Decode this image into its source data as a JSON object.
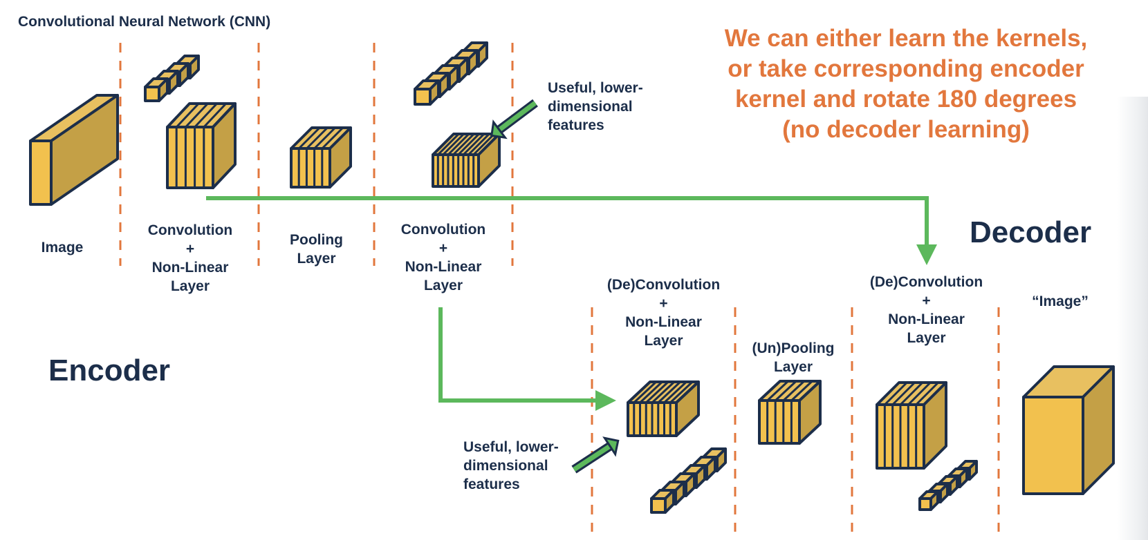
{
  "title": "Convolutional Neural Network (CNN)",
  "note_lines": [
    "We can either learn the kernels,",
    "or take corresponding encoder",
    "kernel and rotate 180 degrees",
    "(no decoder learning)"
  ],
  "encoder_label": "Encoder",
  "decoder_label": "Decoder",
  "encoder_stages": [
    {
      "lines": [
        "Image"
      ]
    },
    {
      "lines": [
        "Convolution",
        "+",
        "Non-Linear",
        "Layer"
      ]
    },
    {
      "lines": [
        "Pooling",
        "Layer"
      ]
    },
    {
      "lines": [
        "Convolution",
        "+",
        "Non-Linear",
        "Layer"
      ]
    }
  ],
  "decoder_stages": [
    {
      "lines": [
        "(De)Convolution",
        "+",
        "Non-Linear",
        "Layer"
      ]
    },
    {
      "lines": [
        "(Un)Pooling",
        "Layer"
      ]
    },
    {
      "lines": [
        "(De)Convolution",
        "+",
        "Non-Linear",
        "Layer"
      ]
    },
    {
      "lines": [
        "“Image”"
      ]
    }
  ],
  "features_label_top": [
    "Useful, lower-",
    "dimensional",
    "features"
  ],
  "features_label_bottom": [
    "Useful, lower-",
    "dimensional",
    "features"
  ],
  "colors": {
    "navy": "#1c2e4a",
    "accent_orange": "#e2773d",
    "arrow_green": "#5cb85c",
    "block_front": "#f2c14e",
    "block_side": "#c4a046",
    "block_top": "#e8c060"
  },
  "icons": {
    "blocks": "3d-feature-map-block",
    "kernels": "3d-kernel-row"
  }
}
